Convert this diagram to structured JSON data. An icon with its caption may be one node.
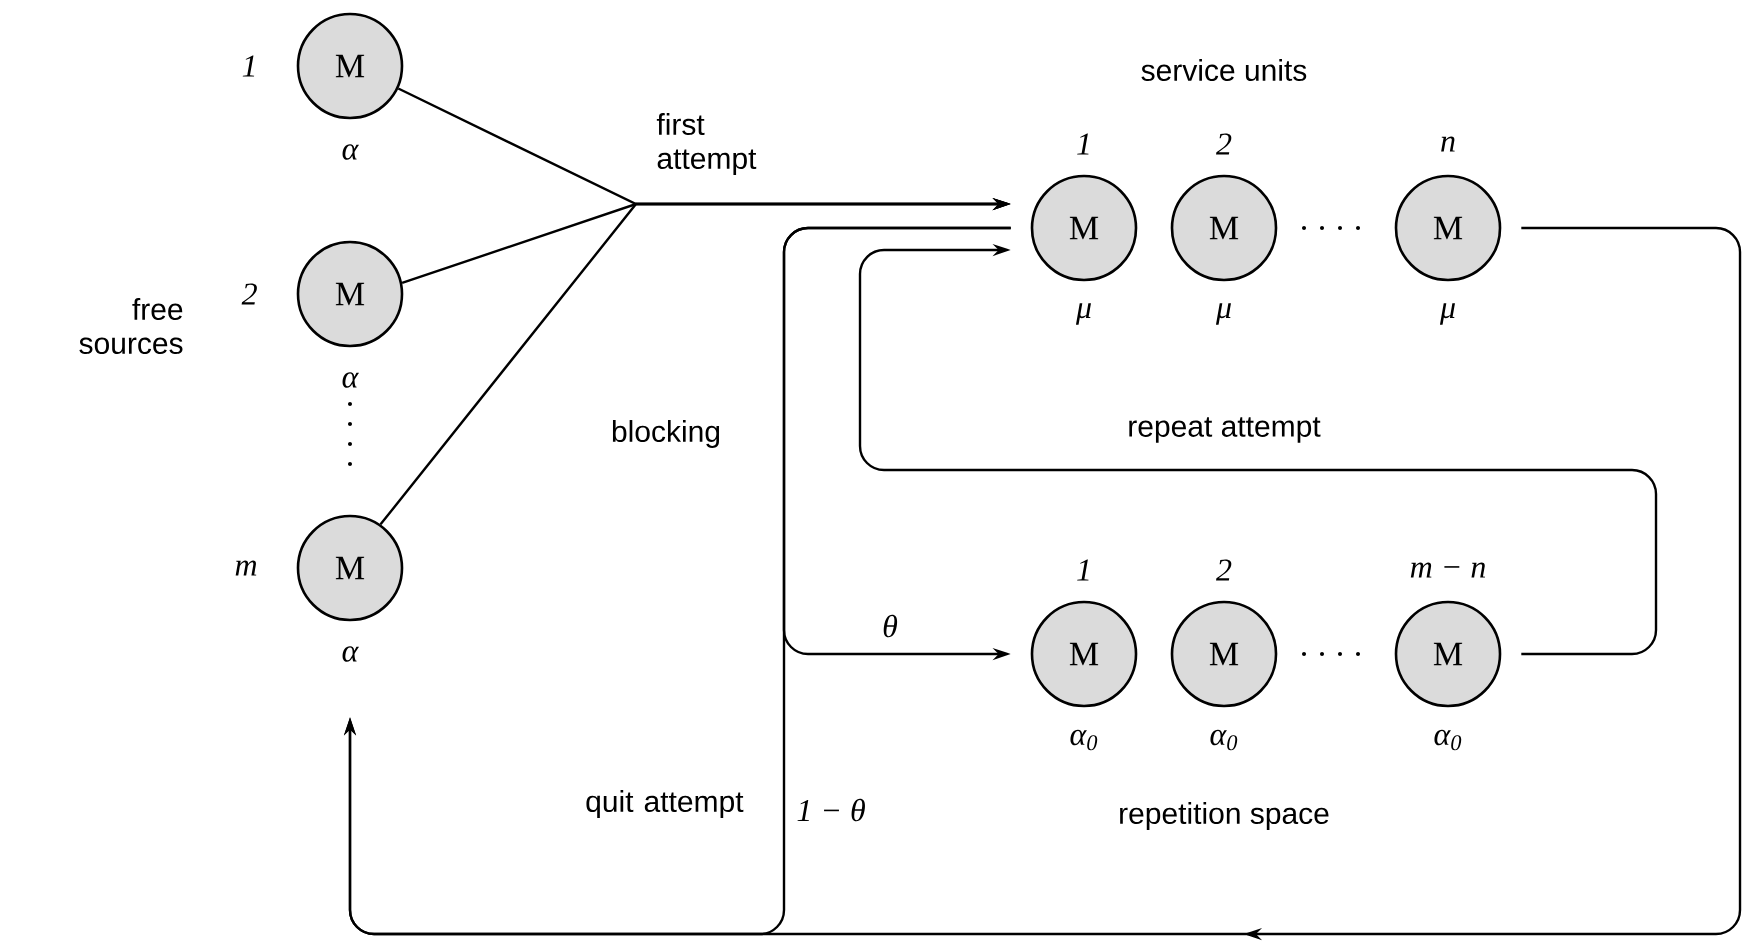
{
  "diagram": {
    "nodes": [
      {
        "text": [
          "M"
        ],
        "beside": [
          "1",
          "α"
        ]
      },
      {
        "text": [
          "M"
        ],
        "beside": [
          "2",
          "α"
        ]
      },
      {
        "text": [
          "M"
        ],
        "beside": [
          "m",
          "α"
        ]
      },
      {
        "text": [
          "M"
        ],
        "beside": [
          "1",
          "μ"
        ]
      },
      {
        "text": [
          "M"
        ],
        "beside": [
          "2",
          "μ"
        ]
      },
      {
        "text": [
          "M"
        ],
        "beside": [
          "n",
          "μ"
        ]
      },
      {
        "text": [
          "M"
        ],
        "beside": [
          "1",
          "α$_{0}$"
        ]
      },
      {
        "text": [
          "M"
        ],
        "beside": [
          "2",
          "α$_{0}$"
        ]
      },
      {
        "text": [
          "M"
        ],
        "beside": [
          "m − n",
          "α$_{0}$"
        ]
      }
    ],
    "edges": [
      {
        "from": 0,
        "to": 3,
        "arrow": "to",
        "label": "first attempt"
      },
      {
        "from": 1,
        "to": 3,
        "arrow": "to"
      },
      {
        "from": 2,
        "to": 3,
        "arrow": "to"
      },
      {
        "from": 3,
        "to": 6,
        "arrow": "to",
        "label": "θ"
      },
      {
        "from": 3,
        "to": 2,
        "arrow": "to",
        "label": "1 − θ"
      },
      {
        "from": 8,
        "to": 3,
        "arrow": "to"
      },
      {
        "from": 5,
        "to": 2,
        "arrow": "to"
      }
    ],
    "labels": [
      "service units",
      "free sources",
      "blocking",
      "repeat attempt",
      "quit attempt",
      "repetition space"
    ]
  }
}
